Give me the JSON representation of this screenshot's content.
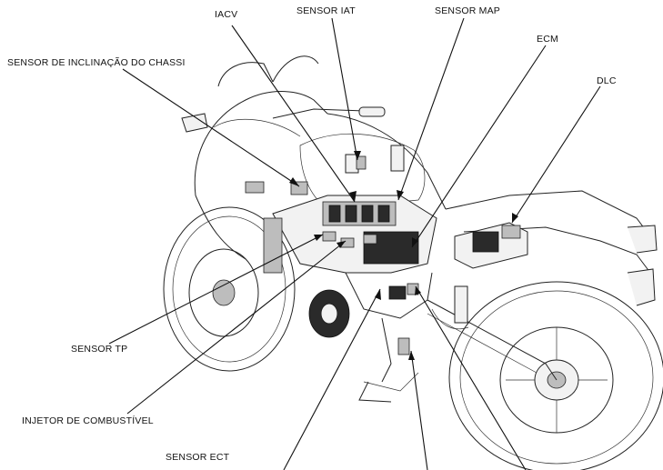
{
  "labels": {
    "iacv": "IACV",
    "sensor_iat": "SENSOR IAT",
    "sensor_map": "SENSOR MAP",
    "ecm": "ECM",
    "dlc": "DLC",
    "sensor_inclinacao": "SENSOR DE INCLINAÇÃO DO CHASSI",
    "sensor_tp": "SENSOR TP",
    "injetor": "INJETOR DE COMBUSTÍVEL",
    "sensor_ect": "SENSOR ECT"
  }
}
